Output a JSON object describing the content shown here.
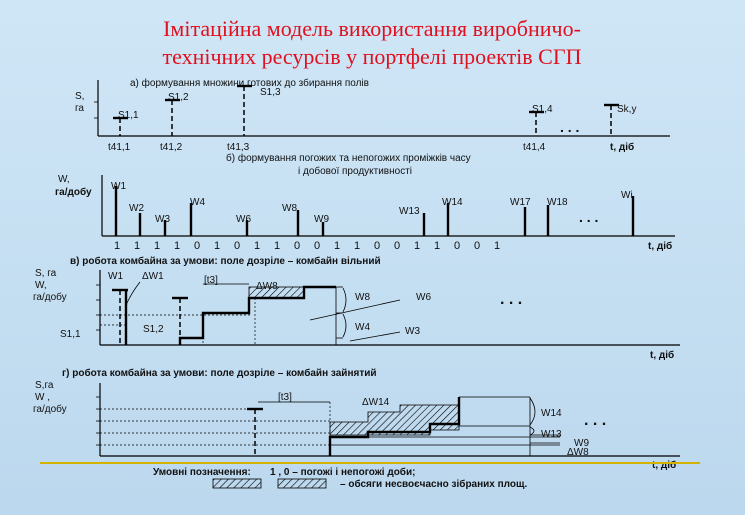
{
  "title": {
    "line1": "Імітаційна модель використання виробничо-",
    "line2": "технічних ресурсів у портфелі проектів СГП"
  },
  "panel_a": {
    "heading": "а) формування множини готових до збирання полів",
    "ylabel_1": "S,",
    "ylabel_2": "га",
    "xlabel": "t, діб",
    "s_labels": [
      "S1,1",
      "S1,2",
      "S1,3",
      "S1,4",
      "Sk,y"
    ],
    "t_labels": [
      "t41,1",
      "t41,2",
      "t41,3",
      "t41,4"
    ],
    "ellipsis": ". . ."
  },
  "panel_b": {
    "heading_1": "б) формування погожих та непогожих проміжків часу",
    "heading_2": "і добової продуктивності",
    "ylabel_1": "W,",
    "ylabel_2": "га/добу",
    "xlabel": "t, діб",
    "w_labels": [
      "W1",
      "W2",
      "W3",
      "W4",
      "W6",
      "W8",
      "W9",
      "W13",
      "W14",
      "W17",
      "W18",
      "Wi"
    ],
    "day_sequence": [
      "1",
      "1",
      "1",
      "1",
      "0",
      "1",
      "0",
      "1",
      "1",
      "0",
      "0",
      "1",
      "1",
      "0",
      "0",
      "1",
      "1",
      "0",
      "0",
      "1"
    ],
    "ellipsis": ". . ."
  },
  "panel_c": {
    "heading": "в)  робота комбайна за умови: поле дозріле – комбайн вільний",
    "ylabel_1": "S, га",
    "ylabel_2": "W,",
    "ylabel_3": "га/добу",
    "xlabel": "t, діб",
    "labels": {
      "w1": "W1",
      "dw1": "ΔW1",
      "t3": "[t3]",
      "dw8": "ΔW8",
      "w8": "W8",
      "w6": "W6",
      "w4": "W4",
      "w3": "W3",
      "s11": "S1,1",
      "s12": "S1,2"
    },
    "ellipsis": ". . ."
  },
  "panel_d": {
    "heading": "г) робота комбайна за умови: поле дозріле – комбайн зайнятий",
    "ylabel_1": "S,га",
    "ylabel_2": "W ,",
    "ylabel_3": "га/добу",
    "xlabel": "t, діб",
    "labels": {
      "t3": "[t3]",
      "dw14": "ΔW14",
      "w14": "W14",
      "w13": "W13",
      "w9": "W9",
      "dw8": "ΔW8"
    },
    "ellipsis": ". . ."
  },
  "legend": {
    "label": "Умовні позначення:",
    "days_text": "1  ,   0 – погожі і непогожі доби;",
    "hatch_text": "– обсяги несвоєчасно зібраних площ."
  },
  "colors": {
    "title": "#e0101e",
    "accent_line": "#d4b200",
    "background": "#c8e0f2"
  }
}
